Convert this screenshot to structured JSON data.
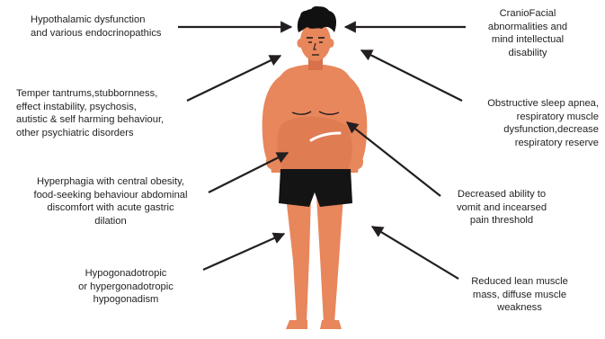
{
  "colors": {
    "skin": "#e8865c",
    "skin_shadow": "#d8724a",
    "hair": "#111111",
    "shorts": "#141414",
    "arrow": "#231f20",
    "text": "#231f20"
  },
  "labels": {
    "hypothalamic": [
      "Hypothalamic dysfunction",
      "and various endocrinopathics"
    ],
    "craniofacial": [
      "CranioFacial",
      "abnormalities and",
      "mind intellectual",
      "disability"
    ],
    "temper": [
      "Temper tantrums,stubbornness,",
      "effect instability, psychosis,",
      "autistic & self harming behaviour,",
      "other psychiatric disorders"
    ],
    "sleep_apnea": [
      "Obstructive sleep apnea,",
      "respiratory muscle",
      "dysfunction,decrease",
      "respiratory reserve"
    ],
    "hyperphagia": [
      "Hyperphagia with central obesity,",
      "food-seeking behaviour abdominal",
      "discomfort with acute gastric",
      "dilation"
    ],
    "vomit": [
      "Decreased ability to",
      "vomit and incearsed",
      "pain threshold"
    ],
    "hypogonad": [
      "Hypogonadotropic",
      "or hypergonadotropic",
      "hypogonadism"
    ],
    "lean_muscle": [
      "Reduced lean muscle",
      "mass, diffuse muscle",
      "weakness"
    ]
  }
}
